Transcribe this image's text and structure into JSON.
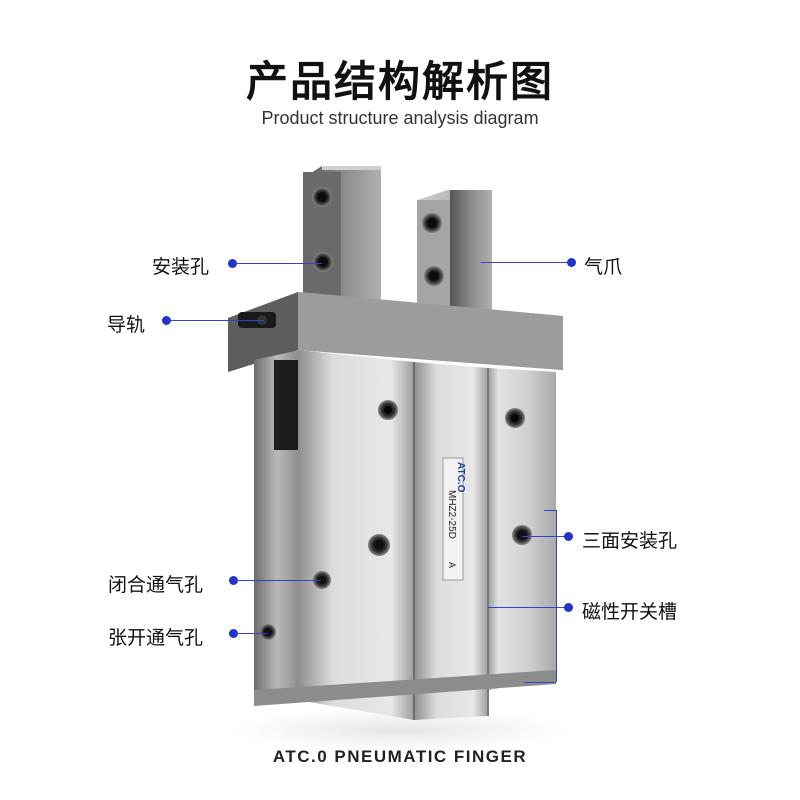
{
  "header": {
    "title": "产品结构解析图",
    "subtitle": "Product structure analysis diagram"
  },
  "callouts": {
    "mount_hole": "安装孔",
    "guide_rail": "导轨",
    "jaw": "气爪",
    "three_side_mount": "三面安装孔",
    "close_port": "闭合通气孔",
    "open_port": "张开通气孔",
    "sensor_slot": "磁性开关槽"
  },
  "product_label": {
    "brand": "ATC.O",
    "model": "MHZ2-25D",
    "suffix": "A"
  },
  "footer": {
    "caption": "ATC.0 PNEUMATIC FINGER"
  },
  "colors": {
    "accent": "#2233cc",
    "body_light": "#d8d8d8",
    "body_dark": "#4a4a4a"
  }
}
